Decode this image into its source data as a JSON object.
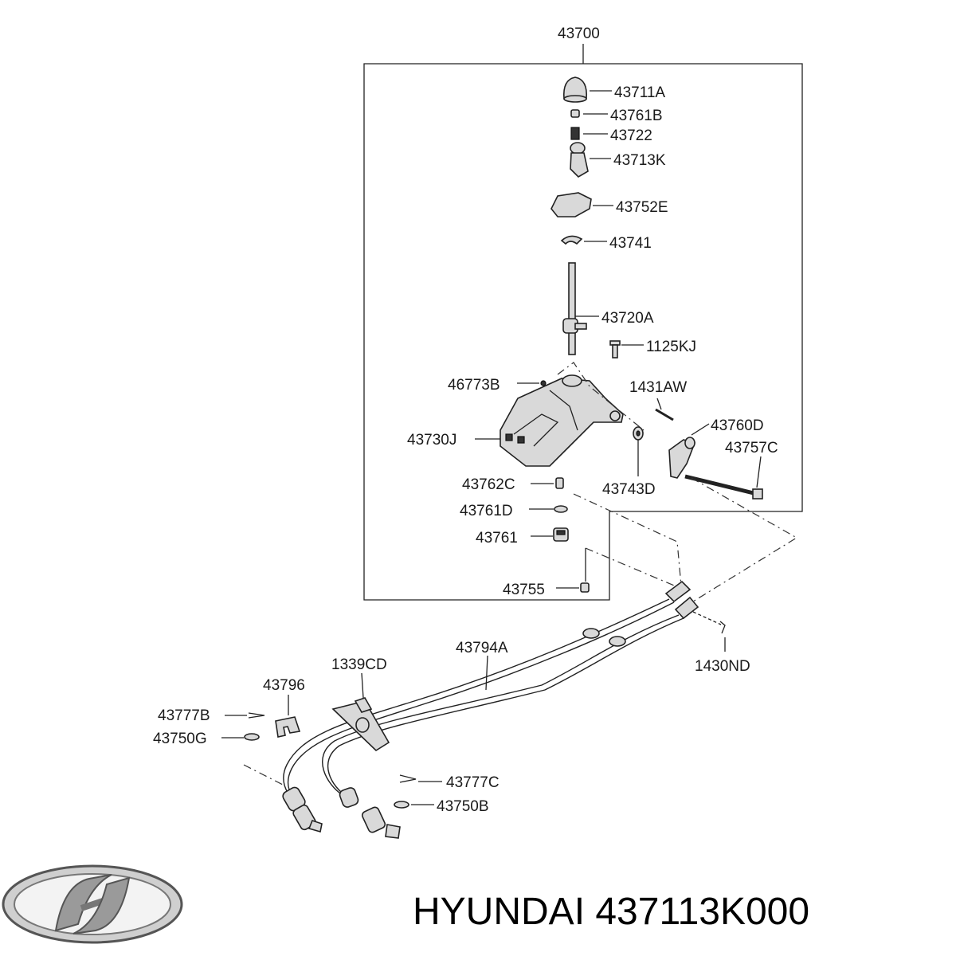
{
  "labels": {
    "assembly": "43700",
    "knob": "43711A",
    "l_43761B": "43761B",
    "spring": "43722",
    "l_43713K": "43713K",
    "l_43752E": "43752E",
    "ring": "43741",
    "lever": "43720A",
    "bolt": "1125KJ",
    "l_46773B": "46773B",
    "pin": "1431AW",
    "base": "43730J",
    "l_43760D": "43760D",
    "l_43757C": "43757C",
    "l_43762C": "43762C",
    "l_43743D": "43743D",
    "l_43761D": "43761D",
    "l_43761": "43761",
    "l_43755": "43755",
    "cable": "43794A",
    "l_1339CD": "1339CD",
    "l_1430ND": "1430ND",
    "l_43796": "43796",
    "l_43777B": "43777B",
    "l_43750G": "43750G",
    "l_43777C": "43777C",
    "l_43750B": "43750B"
  },
  "caption": "HYUNDAI 437113K000",
  "logo": "hyundai-logo",
  "colors": {
    "line": "#222222",
    "part_fill": "#d9d9d9",
    "text": "#1a1a1a"
  }
}
